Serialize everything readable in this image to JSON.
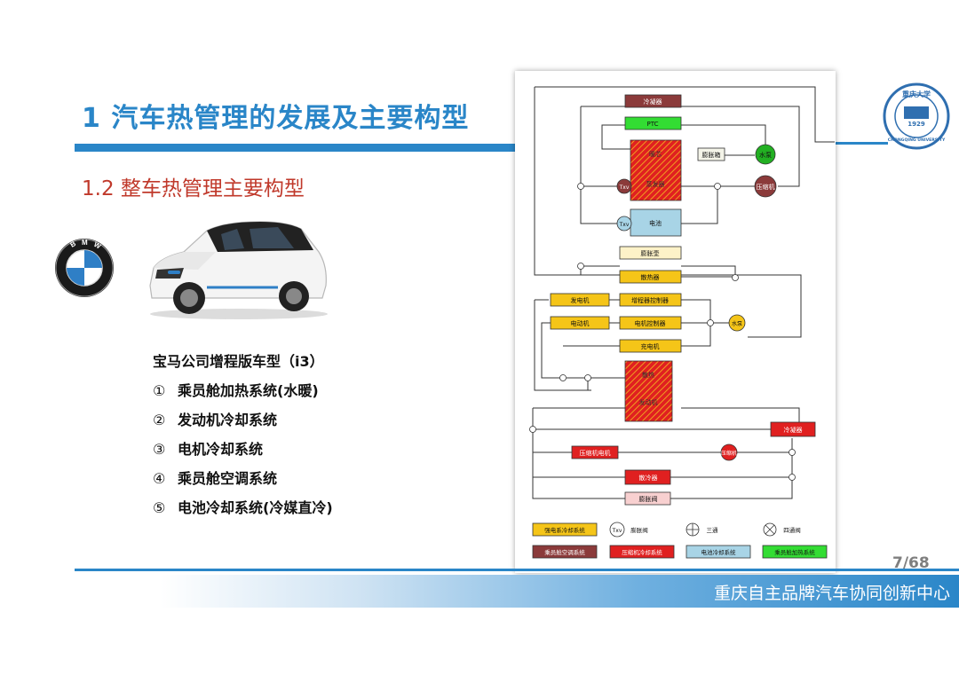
{
  "slide": {
    "title": "1  汽车热管理的发展及主要构型",
    "subtitle": "1.2 整车热管理主要构型",
    "page_number": "7/68",
    "footer": "重庆自主品牌汽车协同创新中心"
  },
  "brand": {
    "logo_letters": "BMW",
    "colors": {
      "accent": "#2a86c8",
      "subtitle_red": "#c0392b"
    }
  },
  "vehicle": {
    "model_title": "宝马公司增程版车型（i3）",
    "features": [
      {
        "num": "①",
        "label": "乘员舱加热系统(水暖)"
      },
      {
        "num": "②",
        "label": "发动机冷却系统"
      },
      {
        "num": "③",
        "label": "电机冷却系统"
      },
      {
        "num": "④",
        "label": "乘员舱空调系统"
      },
      {
        "num": "⑤",
        "label": "电池冷却系统(冷媒直冷)"
      }
    ]
  },
  "diagram": {
    "components": {
      "cooler": "冷凝器",
      "ptc": "PTC",
      "heater": "暖芯",
      "evaporator": "蒸发器",
      "expansion_tank_top": "膨胀箱",
      "pump_top": "水泵",
      "compressor": "压缩机",
      "battery": "电池",
      "expansion_tank": "膨胀壶",
      "radiator": "散热器",
      "generator": "发电机",
      "range_extender_ctrl": "增程器控制器",
      "motor": "电动机",
      "motor_ctrl": "电机控制器",
      "pump_mid": "水泵",
      "charger": "充电机",
      "engine_top": "散热",
      "engine_bottom": "发动机",
      "condenser_red": "冷凝器",
      "compressor_red": "压缩机",
      "comp_motor": "压缩机电机",
      "radiator_red": "散冷器",
      "expansion_pink": "膨胀阀",
      "txv": "Txv"
    },
    "legend": [
      {
        "label": "强电系冷却系统",
        "color": "#f5c518"
      },
      {
        "label": "膨胀阀"
      },
      {
        "label": "三通"
      },
      {
        "label": "四通阀"
      },
      {
        "label": "乘员舱空调系统",
        "color": "#8b3a3a"
      },
      {
        "label": "压缩机冷却系统",
        "color": "#e02020"
      },
      {
        "label": "电池冷却系统",
        "color": "#a8d4e6"
      },
      {
        "label": "乘员舱加热系统",
        "color": "#33dd33"
      }
    ]
  },
  "university_seal": {
    "top_text": "重庆大学",
    "ring_text": "CHONGQING UNIVERSITY",
    "year": "1929"
  }
}
